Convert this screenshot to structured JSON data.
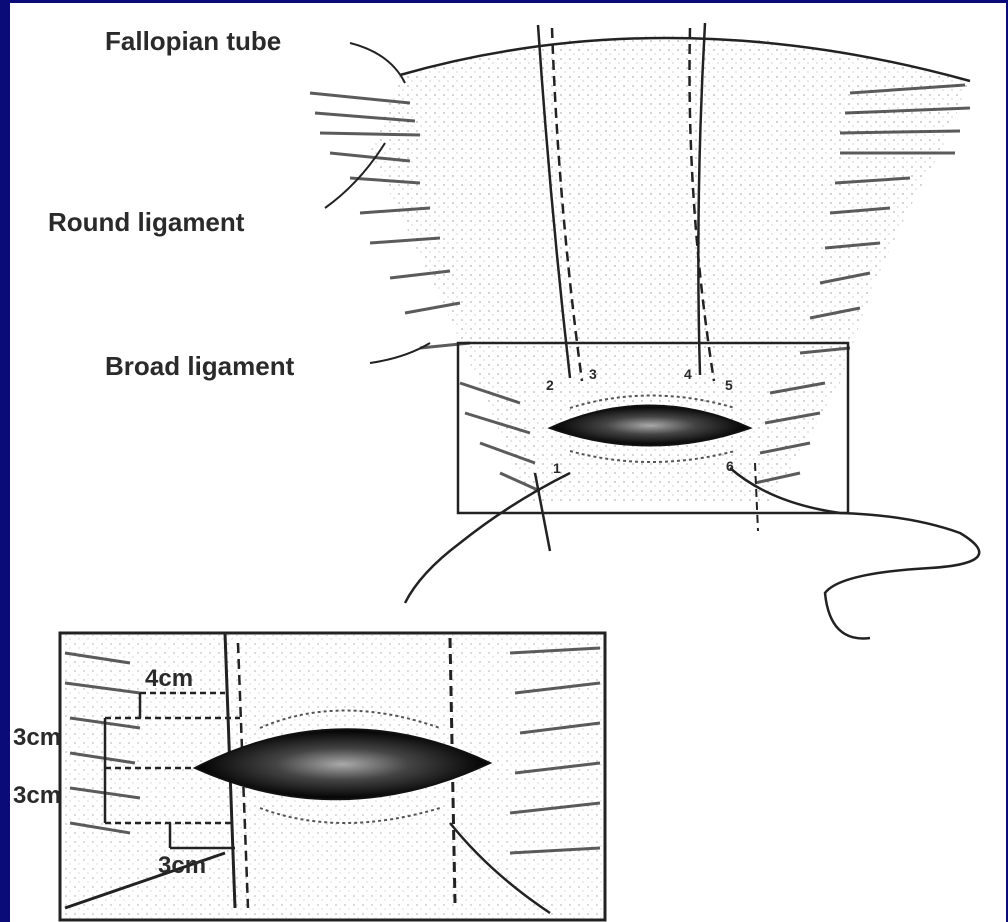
{
  "labels": {
    "fallopian_tube": "Fallopian tube",
    "round_ligament": "Round ligament",
    "broad_ligament": "Broad ligament"
  },
  "suture_points": [
    "1",
    "2",
    "3",
    "4",
    "5",
    "6"
  ],
  "dimensions": {
    "top_width": "4cm",
    "upper_height": "3cm",
    "lower_height": "3cm",
    "bottom_width": "3cm"
  },
  "colors": {
    "frame": "#0a0a78",
    "ink": "#222222",
    "paper": "#ffffff"
  }
}
